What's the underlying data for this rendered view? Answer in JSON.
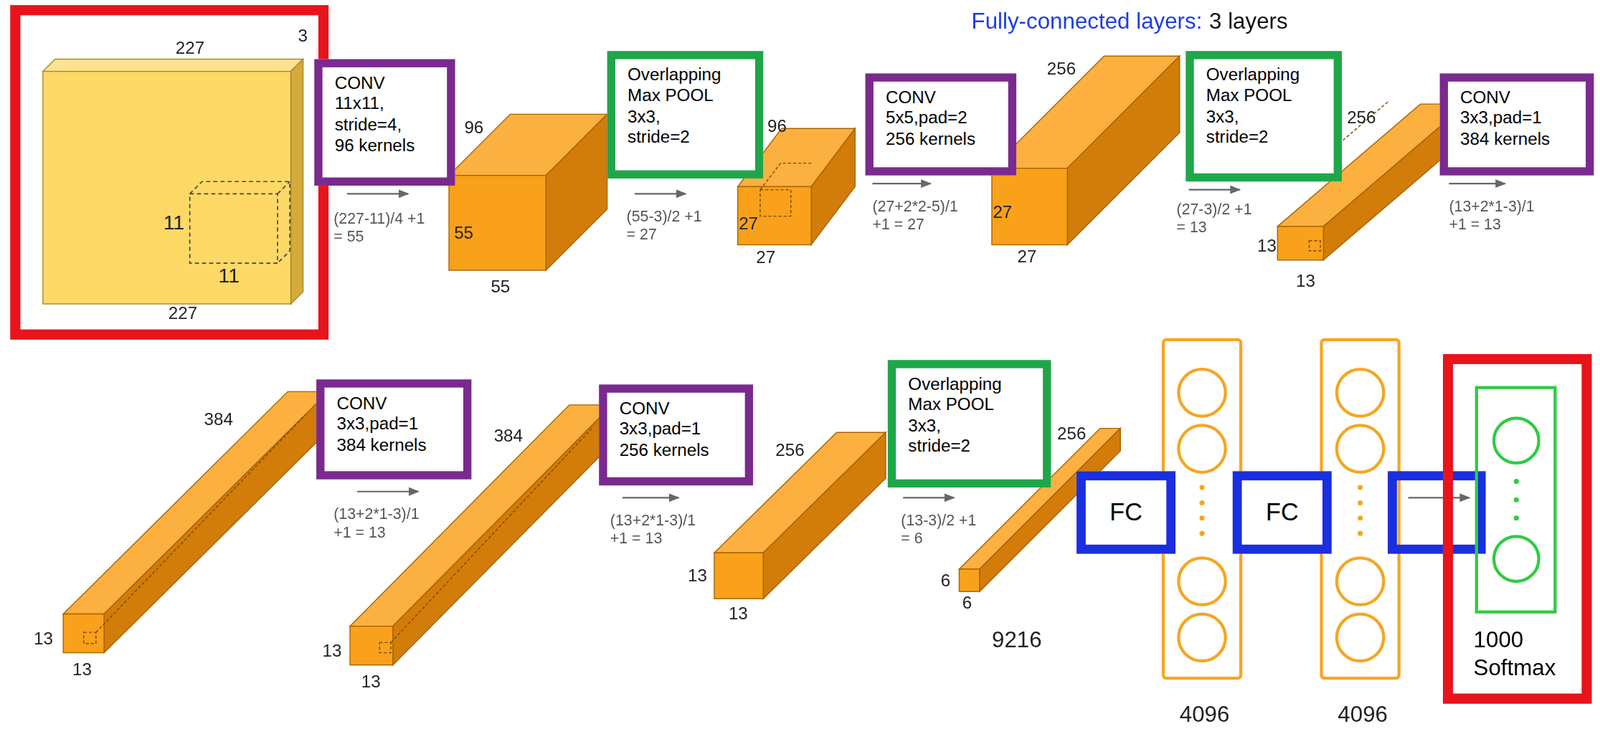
{
  "diagram": {
    "nodes": [
      {
        "text": [
          "CONV 11x11, stride=4, 96 kernels"
        ]
      },
      {
        "text": [
          "Overlapping Max POOL 3x3, stride=2"
        ]
      },
      {
        "text": [
          "CONV 5x5,pad=2 256 kernels"
        ]
      },
      {
        "text": [
          "Overlapping Max POOL 3x3, stride=2"
        ]
      },
      {
        "text": [
          "CONV 3x3,pad=1 384 kernels"
        ]
      },
      {
        "text": [
          "CONV 3x3,pad=1 384 kernels"
        ]
      },
      {
        "text": [
          "CONV 3x3,pad=1 256 kernels"
        ]
      },
      {
        "text": [
          "Overlapping Max POOL 3x3, stride=2"
        ]
      },
      {
        "text": [
          "FC"
        ]
      },
      {
        "text": [
          "FC"
        ]
      },
      {
        "text": [
          "1000 Softmax"
        ]
      }
    ],
    "labels": [
      "Fully-connected layers:",
      "3 layers",
      "227",
      "3",
      "11",
      "11",
      "227",
      "(227-11)/4 +1 = 55",
      "96",
      "55",
      "55",
      "(55-3)/2 +1 = 27",
      "96",
      "27",
      "27",
      "(27+2*2-5)/1 +1 = 27",
      "256",
      "27",
      "27",
      "(27-3)/2 +1 = 13",
      "256",
      "13",
      "13",
      "(13+2*1-3)/1 +1 = 13",
      "384",
      "13",
      "13",
      "(13+2*1-3)/1 +1 = 13",
      "384",
      "13",
      "13",
      "(13+2*1-3)/1 +1 = 13",
      "256",
      "13",
      "13",
      "(13-3)/2 +1 = 6",
      "256",
      "6",
      "6",
      "9216",
      "4096",
      "4096"
    ]
  }
}
